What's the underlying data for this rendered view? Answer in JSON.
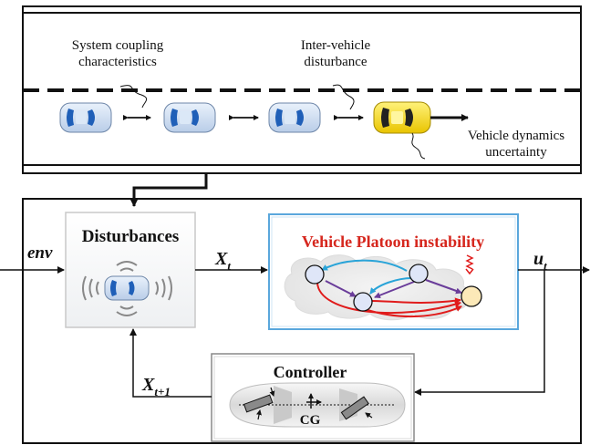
{
  "road": {
    "label_coupling_line1": "System coupling",
    "label_coupling_line2": "characteristics",
    "label_intervehicle_line1": "Inter-vehicle",
    "label_intervehicle_line2": "disturbance",
    "label_dynamics_line1": "Vehicle dynamics",
    "label_dynamics_line2": "uncertainty"
  },
  "system": {
    "input_label": "env",
    "disturbances_title": "Disturbances",
    "state_label": "X",
    "state_sub": "t",
    "platoon_title": "Vehicle Platoon instability",
    "control_label": "u",
    "control_sub": "t",
    "controller_title": "Controller",
    "next_state_label": "X",
    "next_state_sub": "t+1",
    "cg_label": "CG"
  },
  "colors": {
    "lead_car": "#f2d21a",
    "follower_car": "#2f6fc4",
    "platoon_title": "#d6271e",
    "platoon_border": "#5aa7dc",
    "red_arrow": "#e01b1b",
    "blue_arrow": "#2aa4d8",
    "purple_arrow": "#6a3d9a"
  }
}
